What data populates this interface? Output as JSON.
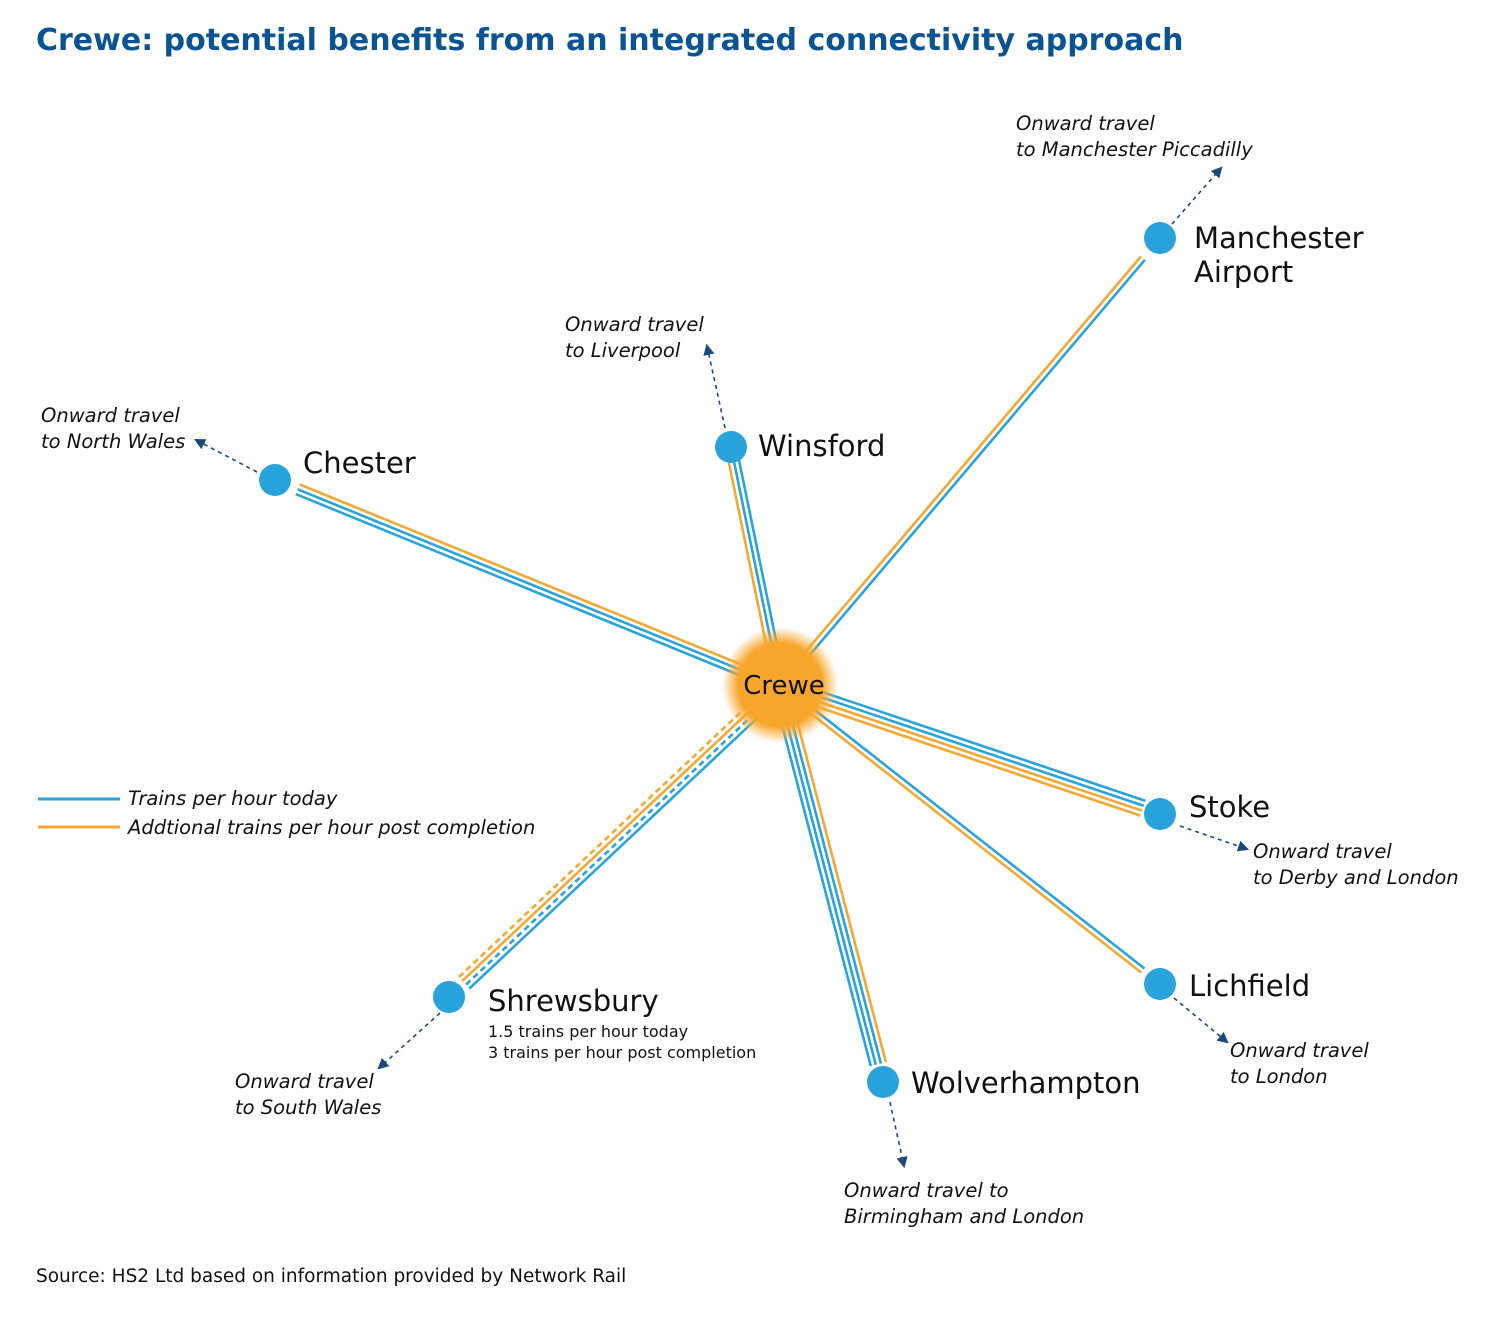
{
  "title": "Crewe: potential benefits from an integrated connectivity approach",
  "colors": {
    "title": "#0a5494",
    "today": "#29a3dc",
    "additional": "#f5a733",
    "node": "#29a3dc",
    "hub": "#f8a62b",
    "onward_arrow": "#1c4a78"
  },
  "hub": {
    "label": "Crewe"
  },
  "legend": {
    "today": "Trains per hour today",
    "additional": "Addtional trains per hour post completion"
  },
  "routes": [
    {
      "id": "manchester-airport",
      "lines": [
        "Manchester",
        "Airport"
      ],
      "today": 1,
      "additional": 1,
      "onward": [
        "Onward travel",
        "to Manchester Piccadilly"
      ]
    },
    {
      "id": "winsford",
      "lines": [
        "Winsford"
      ],
      "today": 2,
      "additional": 1,
      "onward": [
        "Onward travel",
        "to Liverpool"
      ]
    },
    {
      "id": "chester",
      "lines": [
        "Chester"
      ],
      "today": 2,
      "additional": 1,
      "onward": [
        "Onward travel",
        "to North Wales"
      ]
    },
    {
      "id": "stoke",
      "lines": [
        "Stoke"
      ],
      "today": 2,
      "additional": 2,
      "onward": [
        "Onward travel",
        "to Derby and London"
      ]
    },
    {
      "id": "lichfield",
      "lines": [
        "Lichfield"
      ],
      "today": 1,
      "additional": 1,
      "onward": [
        "Onward travel",
        "to London"
      ]
    },
    {
      "id": "wolverhampton",
      "lines": [
        "Wolverhampton"
      ],
      "today": 3,
      "additional": 1,
      "onward": [
        "Onward travel to",
        "Birmingham and London"
      ]
    },
    {
      "id": "shrewsbury",
      "lines": [
        "Shrewsbury"
      ],
      "today": 1.5,
      "additional": 1.5,
      "notes": [
        "1.5 trains per hour today",
        "3 trains per hour post completion"
      ],
      "onward": [
        "Onward travel",
        "to South Wales"
      ]
    }
  ],
  "source": "Source: HS2 Ltd based on information provided by Network Rail"
}
